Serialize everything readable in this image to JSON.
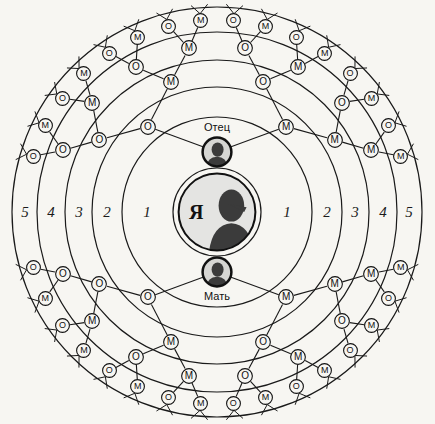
{
  "diagram": {
    "nodes": [
      {
        "text": [
          "Я"
        ]
      },
      {
        "text": [
          "Отец"
        ]
      },
      {
        "text": [
          "Мать"
        ]
      },
      {
        "text": [
          "О"
        ]
      },
      {
        "text": [
          "М"
        ]
      },
      {
        "text": [
          "О"
        ]
      },
      {
        "text": [
          "М"
        ]
      },
      {
        "text": [
          "О"
        ]
      },
      {
        "text": [
          "М"
        ]
      },
      {
        "text": [
          "О"
        ]
      },
      {
        "text": [
          "М"
        ]
      },
      {
        "text": [
          "О"
        ]
      },
      {
        "text": [
          "М"
        ]
      },
      {
        "text": [
          "О"
        ]
      },
      {
        "text": [
          "М"
        ]
      },
      {
        "text": [
          "О"
        ]
      },
      {
        "text": [
          "М"
        ]
      },
      {
        "text": [
          "О"
        ]
      },
      {
        "text": [
          "М"
        ]
      },
      {
        "text": [
          "О"
        ]
      },
      {
        "text": [
          "М"
        ]
      },
      {
        "text": [
          "О"
        ]
      },
      {
        "text": [
          "М"
        ]
      },
      {
        "text": [
          "О"
        ]
      },
      {
        "text": [
          "М"
        ]
      },
      {
        "text": [
          "О"
        ]
      },
      {
        "text": [
          "М"
        ]
      },
      {
        "text": [
          "О"
        ]
      },
      {
        "text": [
          "М"
        ]
      },
      {
        "text": [
          "О"
        ]
      },
      {
        "text": [
          "М"
        ]
      },
      {
        "text": [
          "О"
        ]
      },
      {
        "text": [
          "М"
        ]
      },
      {
        "text": [
          "О"
        ]
      },
      {
        "text": [
          "М"
        ]
      },
      {
        "text": [
          "О"
        ]
      },
      {
        "text": [
          "М"
        ]
      },
      {
        "text": [
          "О"
        ]
      },
      {
        "text": [
          "М"
        ]
      },
      {
        "text": [
          "О"
        ]
      },
      {
        "text": [
          "М"
        ]
      },
      {
        "text": [
          "О"
        ]
      },
      {
        "text": [
          "М"
        ]
      },
      {
        "text": [
          "О"
        ]
      },
      {
        "text": [
          "М"
        ]
      },
      {
        "text": [
          "О"
        ]
      },
      {
        "text": [
          "М"
        ]
      },
      {
        "text": [
          "О"
        ]
      },
      {
        "text": [
          "М"
        ]
      },
      {
        "text": [
          "О"
        ]
      },
      {
        "text": [
          "М"
        ]
      },
      {
        "text": [
          "О"
        ]
      },
      {
        "text": [
          "М"
        ]
      },
      {
        "text": [
          "О"
        ]
      },
      {
        "text": [
          "М"
        ]
      },
      {
        "text": [
          "О"
        ]
      },
      {
        "text": [
          "М"
        ]
      },
      {
        "text": [
          "О"
        ]
      },
      {
        "text": [
          "М"
        ]
      },
      {
        "text": [
          "О"
        ]
      },
      {
        "text": [
          "М"
        ]
      },
      {
        "text": [
          "О"
        ]
      },
      {
        "text": [
          "М"
        ]
      }
    ],
    "edges": [
      {
        "from": 1,
        "to": 3,
        "arrow": "none"
      },
      {
        "from": 1,
        "to": 4,
        "arrow": "none"
      },
      {
        "from": 2,
        "to": 5,
        "arrow": "none"
      },
      {
        "from": 2,
        "to": 6,
        "arrow": "none"
      },
      {
        "from": 3,
        "to": 7,
        "arrow": "none"
      },
      {
        "from": 3,
        "to": 8,
        "arrow": "none"
      },
      {
        "from": 4,
        "to": 9,
        "arrow": "none"
      },
      {
        "from": 4,
        "to": 10,
        "arrow": "none"
      },
      {
        "from": 5,
        "to": 11,
        "arrow": "none"
      },
      {
        "from": 5,
        "to": 12,
        "arrow": "none"
      },
      {
        "from": 6,
        "to": 13,
        "arrow": "none"
      },
      {
        "from": 6,
        "to": 14,
        "arrow": "none"
      },
      {
        "from": 7,
        "to": 15,
        "arrow": "none"
      },
      {
        "from": 7,
        "to": 16,
        "arrow": "none"
      },
      {
        "from": 8,
        "to": 17,
        "arrow": "none"
      },
      {
        "from": 8,
        "to": 18,
        "arrow": "none"
      },
      {
        "from": 9,
        "to": 19,
        "arrow": "none"
      },
      {
        "from": 9,
        "to": 20,
        "arrow": "none"
      },
      {
        "from": 10,
        "to": 21,
        "arrow": "none"
      },
      {
        "from": 10,
        "to": 22,
        "arrow": "none"
      },
      {
        "from": 11,
        "to": 23,
        "arrow": "none"
      },
      {
        "from": 11,
        "to": 24,
        "arrow": "none"
      },
      {
        "from": 12,
        "to": 25,
        "arrow": "none"
      },
      {
        "from": 12,
        "to": 26,
        "arrow": "none"
      },
      {
        "from": 13,
        "to": 27,
        "arrow": "none"
      },
      {
        "from": 13,
        "to": 28,
        "arrow": "none"
      },
      {
        "from": 14,
        "to": 29,
        "arrow": "none"
      },
      {
        "from": 14,
        "to": 30,
        "arrow": "none"
      },
      {
        "from": 15,
        "to": 31,
        "arrow": "none"
      },
      {
        "from": 15,
        "to": 32,
        "arrow": "none"
      },
      {
        "from": 16,
        "to": 33,
        "arrow": "none"
      },
      {
        "from": 16,
        "to": 34,
        "arrow": "none"
      },
      {
        "from": 17,
        "to": 35,
        "arrow": "none"
      },
      {
        "from": 17,
        "to": 36,
        "arrow": "none"
      },
      {
        "from": 18,
        "to": 37,
        "arrow": "none"
      },
      {
        "from": 18,
        "to": 38,
        "arrow": "none"
      },
      {
        "from": 19,
        "to": 39,
        "arrow": "none"
      },
      {
        "from": 19,
        "to": 40,
        "arrow": "none"
      },
      {
        "from": 20,
        "to": 41,
        "arrow": "none"
      },
      {
        "from": 20,
        "to": 42,
        "arrow": "none"
      },
      {
        "from": 21,
        "to": 43,
        "arrow": "none"
      },
      {
        "from": 21,
        "to": 44,
        "arrow": "none"
      },
      {
        "from": 22,
        "to": 45,
        "arrow": "none"
      },
      {
        "from": 22,
        "to": 46,
        "arrow": "none"
      },
      {
        "from": 23,
        "to": 47,
        "arrow": "none"
      },
      {
        "from": 23,
        "to": 48,
        "arrow": "none"
      },
      {
        "from": 24,
        "to": 49,
        "arrow": "none"
      },
      {
        "from": 24,
        "to": 50,
        "arrow": "none"
      },
      {
        "from": 25,
        "to": 51,
        "arrow": "none"
      },
      {
        "from": 25,
        "to": 52,
        "arrow": "none"
      },
      {
        "from": 26,
        "to": 53,
        "arrow": "none"
      },
      {
        "from": 26,
        "to": 54,
        "arrow": "none"
      },
      {
        "from": 27,
        "to": 55,
        "arrow": "none"
      },
      {
        "from": 27,
        "to": 56,
        "arrow": "none"
      },
      {
        "from": 28,
        "to": 57,
        "arrow": "none"
      },
      {
        "from": 28,
        "to": 58,
        "arrow": "none"
      },
      {
        "from": 29,
        "to": 59,
        "arrow": "none"
      },
      {
        "from": 29,
        "to": 60,
        "arrow": "none"
      },
      {
        "from": 30,
        "to": 61,
        "arrow": "none"
      },
      {
        "from": 30,
        "to": 62,
        "arrow": "none"
      }
    ],
    "labels": [
      "5",
      "4",
      "3",
      "2",
      "1",
      "1",
      "2",
      "3",
      "4",
      "5"
    ]
  }
}
